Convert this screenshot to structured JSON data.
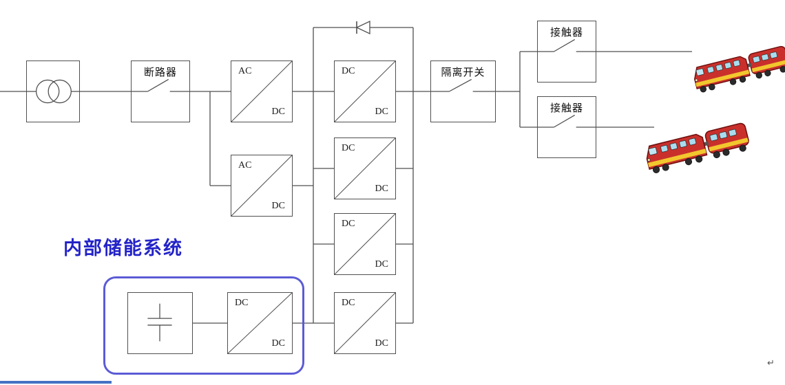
{
  "labels": {
    "breaker": "断路器",
    "isolator": "隔离开关",
    "contactor_top": "接触器",
    "contactor_bottom": "接触器",
    "storage_title": "内部储能系统",
    "return_mark": "↵"
  },
  "converters": {
    "ac_dc_top": {
      "input": "AC",
      "output": "DC"
    },
    "ac_dc_bottom": {
      "input": "AC",
      "output": "DC"
    },
    "dc_dc_1": {
      "input": "DC",
      "output": "DC"
    },
    "dc_dc_2": {
      "input": "DC",
      "output": "DC"
    },
    "dc_dc_3": {
      "input": "DC",
      "output": "DC"
    },
    "dc_dc_4": {
      "input": "DC",
      "output": "DC"
    },
    "storage_dc_dc": {
      "input": "DC",
      "output": "DC"
    }
  },
  "colors": {
    "wire": "#4f4f4f",
    "storage_outline": "#5b5bd6",
    "title_blue": "#2323c8",
    "slide_line_blue": "#4472c4",
    "train_red": "#c9302c",
    "train_stripe_yellow": "#f2c72e"
  }
}
